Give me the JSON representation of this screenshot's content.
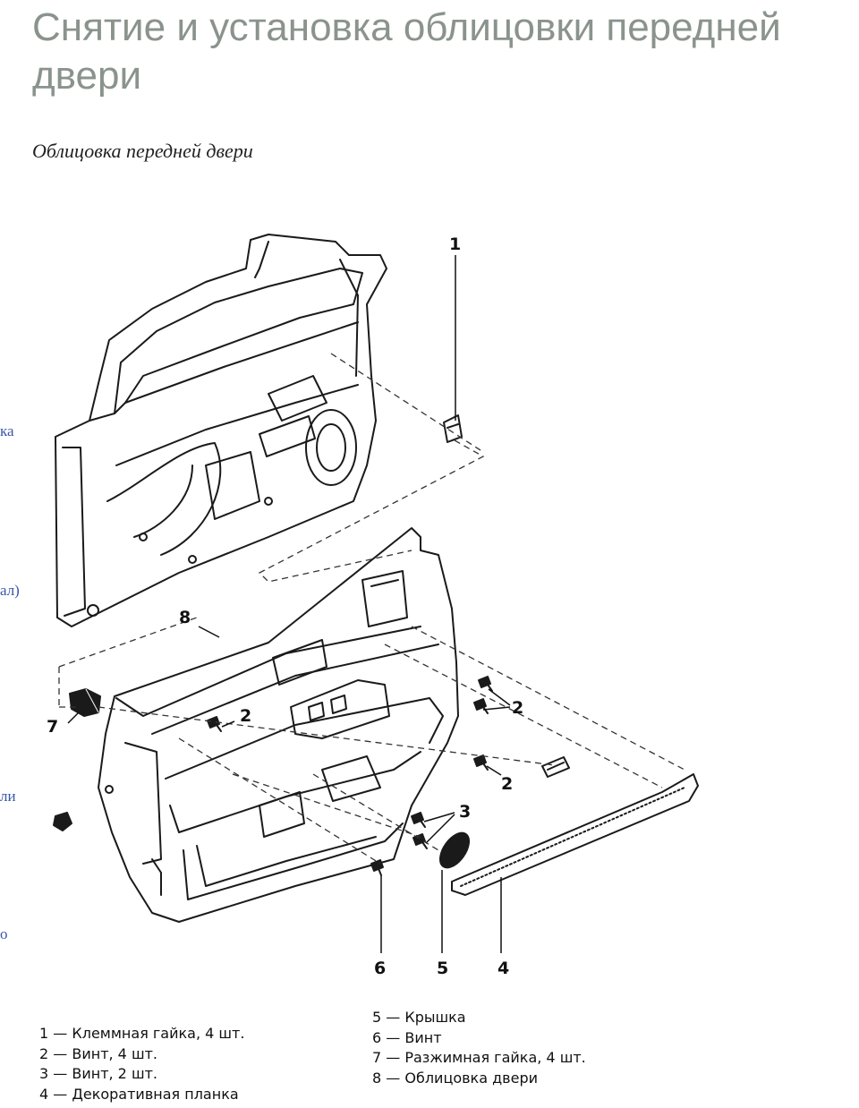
{
  "page": {
    "title": "Снятие и установка облицовки передней двери",
    "subtitle": "Облицовка передней двери"
  },
  "edge_links": [
    "ка",
    "ал)",
    "ли",
    "о"
  ],
  "callouts": {
    "c1": "1",
    "c2a": "2",
    "c2b": "2",
    "c2c": "2",
    "c3": "3",
    "c4": "4",
    "c5": "5",
    "c6": "6",
    "c7": "7",
    "c8": "8"
  },
  "legend": {
    "left": [
      "1 — Клеммная гайка, 4 шт.",
      "2 — Винт, 4 шт.",
      "3 — Винт, 2 шт.",
      "4 — Декоративная планка"
    ],
    "right": [
      "5 — Крышка",
      "6 — Винт",
      "7 — Разжимная гайка, 4 шт.",
      "8 — Облицовка двери"
    ]
  }
}
